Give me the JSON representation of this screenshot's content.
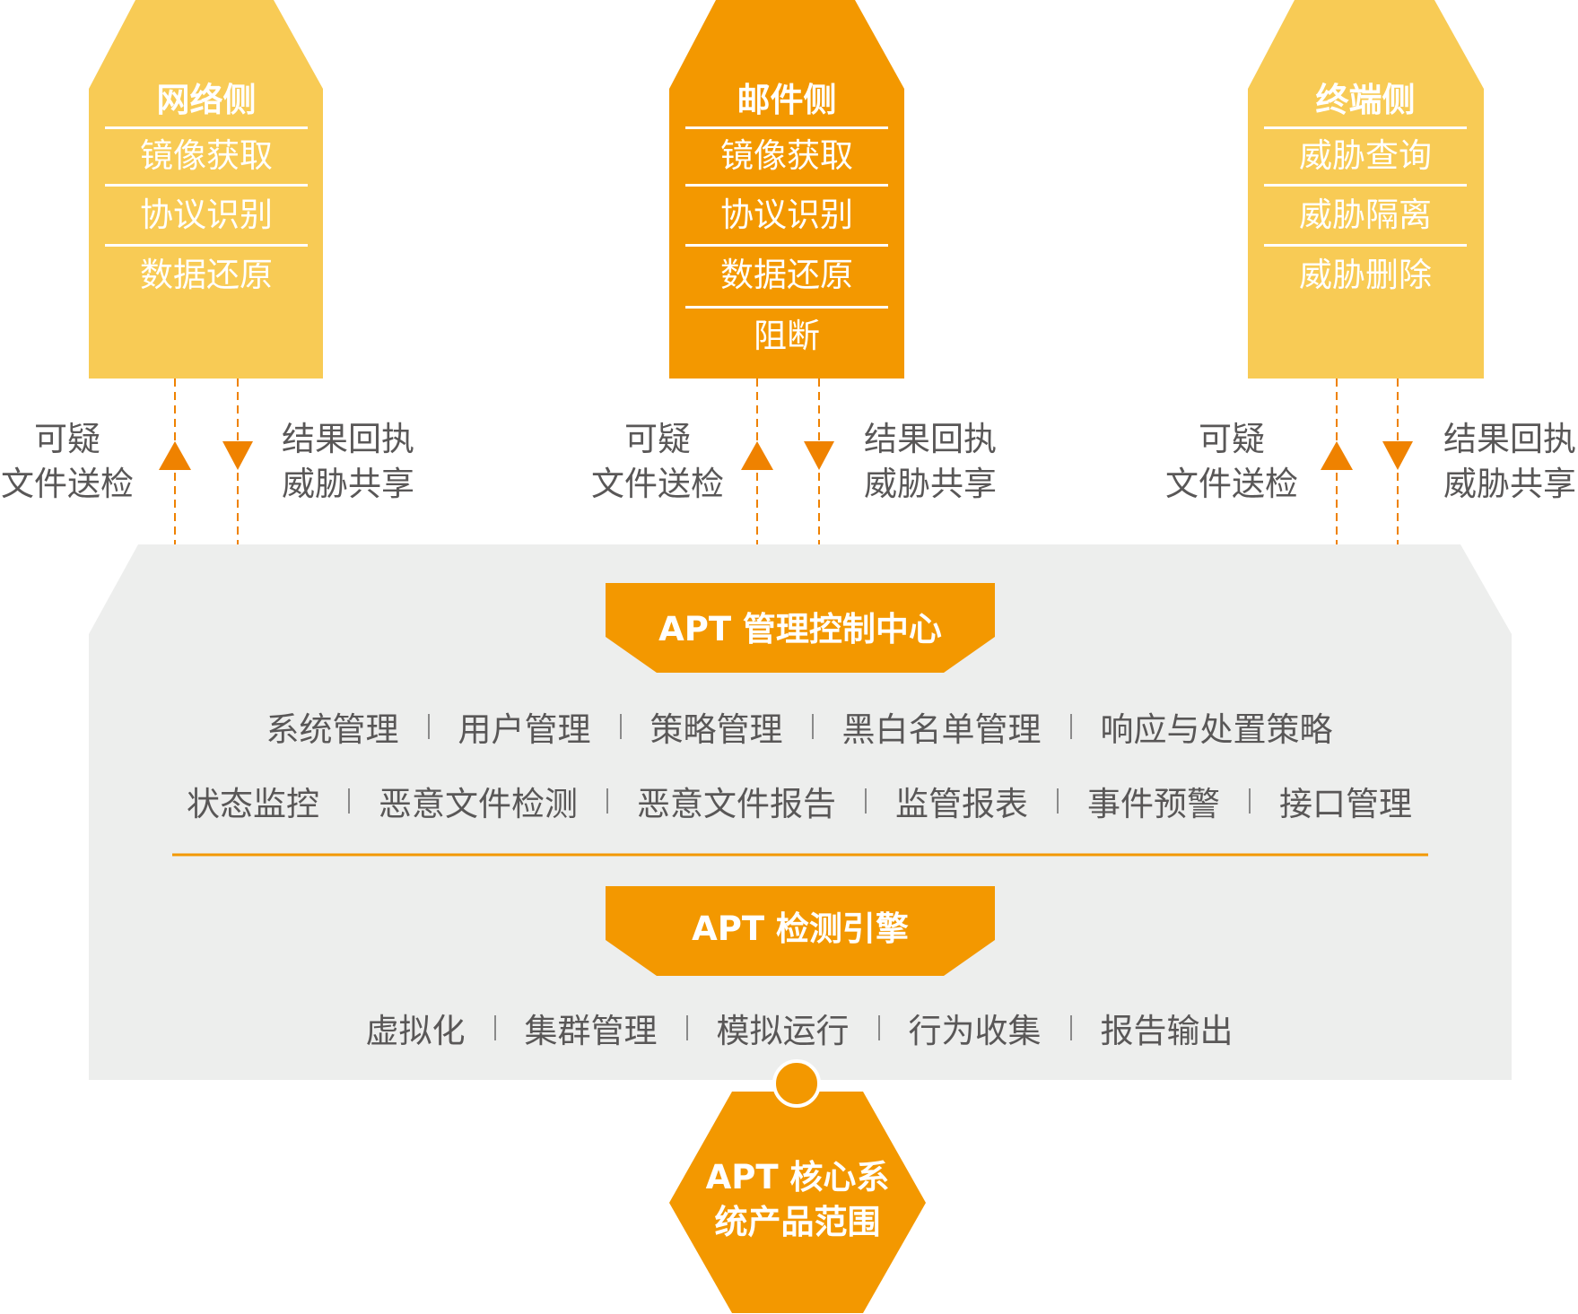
{
  "colors": {
    "yellow": "#f8cb55",
    "orange": "#f39800",
    "arrow": "#ef8200",
    "panel": "#edeeed",
    "text": "#595757"
  },
  "columns": [
    {
      "title": "网络侧",
      "items": [
        "镜像获取",
        "协议识别",
        "数据还原"
      ]
    },
    {
      "title": "邮件侧",
      "items": [
        "镜像获取",
        "协议识别",
        "数据还原",
        "阻断"
      ]
    },
    {
      "title": "终端侧",
      "items": [
        "威胁查询",
        "威胁隔离",
        "威胁删除"
      ]
    }
  ],
  "flows": {
    "up_label": [
      "可疑",
      "文件送检"
    ],
    "down_label": [
      "结果回执",
      "威胁共享"
    ]
  },
  "management": {
    "title": "APT 管理控制中心",
    "row1": [
      "系统管理",
      "用户管理",
      "策略管理",
      "黑白名单管理",
      "响应与处置策略"
    ],
    "row2": [
      "状态监控",
      "恶意文件检测",
      "恶意文件报告",
      "监管报表",
      "事件预警",
      "接口管理"
    ]
  },
  "engine": {
    "title": "APT 检测引擎",
    "row": [
      "虚拟化",
      "集群管理",
      "模拟运行",
      "行为收集",
      "报告输出"
    ]
  },
  "core": {
    "line1": "APT 核心系",
    "line2": "统产品范围"
  }
}
